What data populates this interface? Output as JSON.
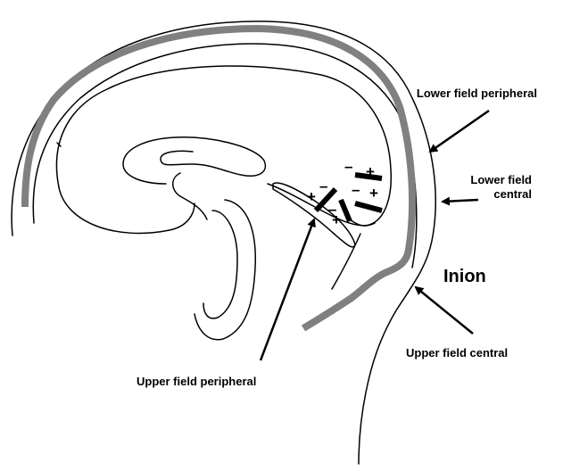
{
  "labels": {
    "lower_field_peripheral": "Lower field peripheral",
    "lower_field_central_line1": "Lower field",
    "lower_field_central_line2": "central",
    "inion": "Inion",
    "upper_field_central": "Upper field central",
    "upper_field_peripheral": "Upper field peripheral"
  },
  "signs": {
    "plus": "+",
    "minus": "–"
  },
  "colors": {
    "outline": "#000000",
    "cortex_band": "#808080",
    "background": "#ffffff"
  }
}
